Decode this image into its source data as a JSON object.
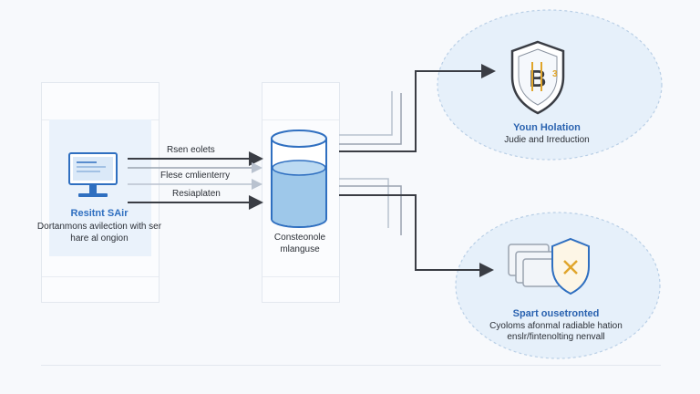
{
  "source": {
    "title": "Resitnt SAir",
    "description": "Dortanmons avilection with ser hare al ongion"
  },
  "flows": [
    {
      "label": "Rsen eolets"
    },
    {
      "label": "Flese cmlienterry"
    },
    {
      "label": "Resiaplaten"
    }
  ],
  "database": {
    "label": "Consteonole mlanguse"
  },
  "outputs": {
    "top": {
      "title": "Youn Holation",
      "subtitle": "Judie and Irreduction"
    },
    "bottom": {
      "title": "Spart ousetronted",
      "description": "Cyoloms afonmal radiable hation enslr/fintenolting nenvall"
    }
  },
  "colors": {
    "accent": "#2f6fc0",
    "arrow": "#3a3d44",
    "circle_fill": "#e6f0fa",
    "circle_border": "#b9cfe6",
    "water": "#9ec8ea",
    "shield_gold": "#e0a52b"
  },
  "icons": {
    "source": "monitor-icon",
    "database": "database-cylinder-icon",
    "top": "bitcoin-shield-icon",
    "bottom": "x-shield-icon"
  }
}
